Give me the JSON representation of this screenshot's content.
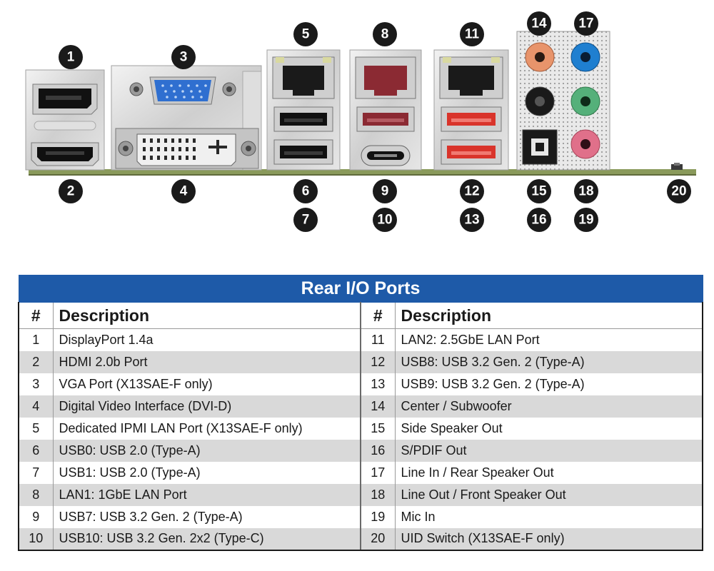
{
  "callouts": [
    "1",
    "2",
    "3",
    "4",
    "5",
    "6",
    "7",
    "8",
    "9",
    "10",
    "11",
    "12",
    "13",
    "14",
    "15",
    "16",
    "17",
    "18",
    "19",
    "20"
  ],
  "colors": {
    "header_blue": "#1e5aa8",
    "row_shade": "#d9d9d9",
    "board_green": "#8a9a5b",
    "lan_red": "#8b2a33",
    "usb_red": "#d9342b",
    "vga_blue": "#2f6fd0",
    "audio_orange": "#e8946b",
    "audio_blue": "#1f7fd0",
    "audio_green": "#55b07a",
    "audio_pink": "#e0708a"
  },
  "table": {
    "title": "Rear I/O Ports",
    "col_num": "#",
    "col_desc": "Description",
    "left": [
      {
        "num": "1",
        "desc": "DisplayPort 1.4a"
      },
      {
        "num": "2",
        "desc": "HDMI 2.0b Port"
      },
      {
        "num": "3",
        "desc": "VGA Port (X13SAE-F only)"
      },
      {
        "num": "4",
        "desc": "Digital Video Interface (DVI-D)"
      },
      {
        "num": "5",
        "desc": "Dedicated IPMI LAN Port (X13SAE-F only)"
      },
      {
        "num": "6",
        "desc": "USB0: USB 2.0 (Type-A)"
      },
      {
        "num": "7",
        "desc": "USB1: USB 2.0 (Type-A)"
      },
      {
        "num": "8",
        "desc": "LAN1: 1GbE LAN Port"
      },
      {
        "num": "9",
        "desc": "USB7: USB 3.2 Gen. 2 (Type-A)"
      },
      {
        "num": "10",
        "desc": "USB10: USB 3.2 Gen. 2x2 (Type-C)"
      }
    ],
    "right": [
      {
        "num": "11",
        "desc": "LAN2: 2.5GbE LAN Port"
      },
      {
        "num": "12",
        "desc": "USB8: USB 3.2 Gen. 2 (Type-A)"
      },
      {
        "num": "13",
        "desc": "USB9: USB 3.2 Gen. 2 (Type-A)"
      },
      {
        "num": "14",
        "desc": "Center / Subwoofer"
      },
      {
        "num": "15",
        "desc": "Side Speaker Out"
      },
      {
        "num": "16",
        "desc": "S/PDIF Out"
      },
      {
        "num": "17",
        "desc": "Line In / Rear Speaker Out"
      },
      {
        "num": "18",
        "desc": "Line Out / Front Speaker Out"
      },
      {
        "num": "19",
        "desc": "Mic In"
      },
      {
        "num": "20",
        "desc": "UID Switch (X13SAE-F only)"
      }
    ]
  }
}
